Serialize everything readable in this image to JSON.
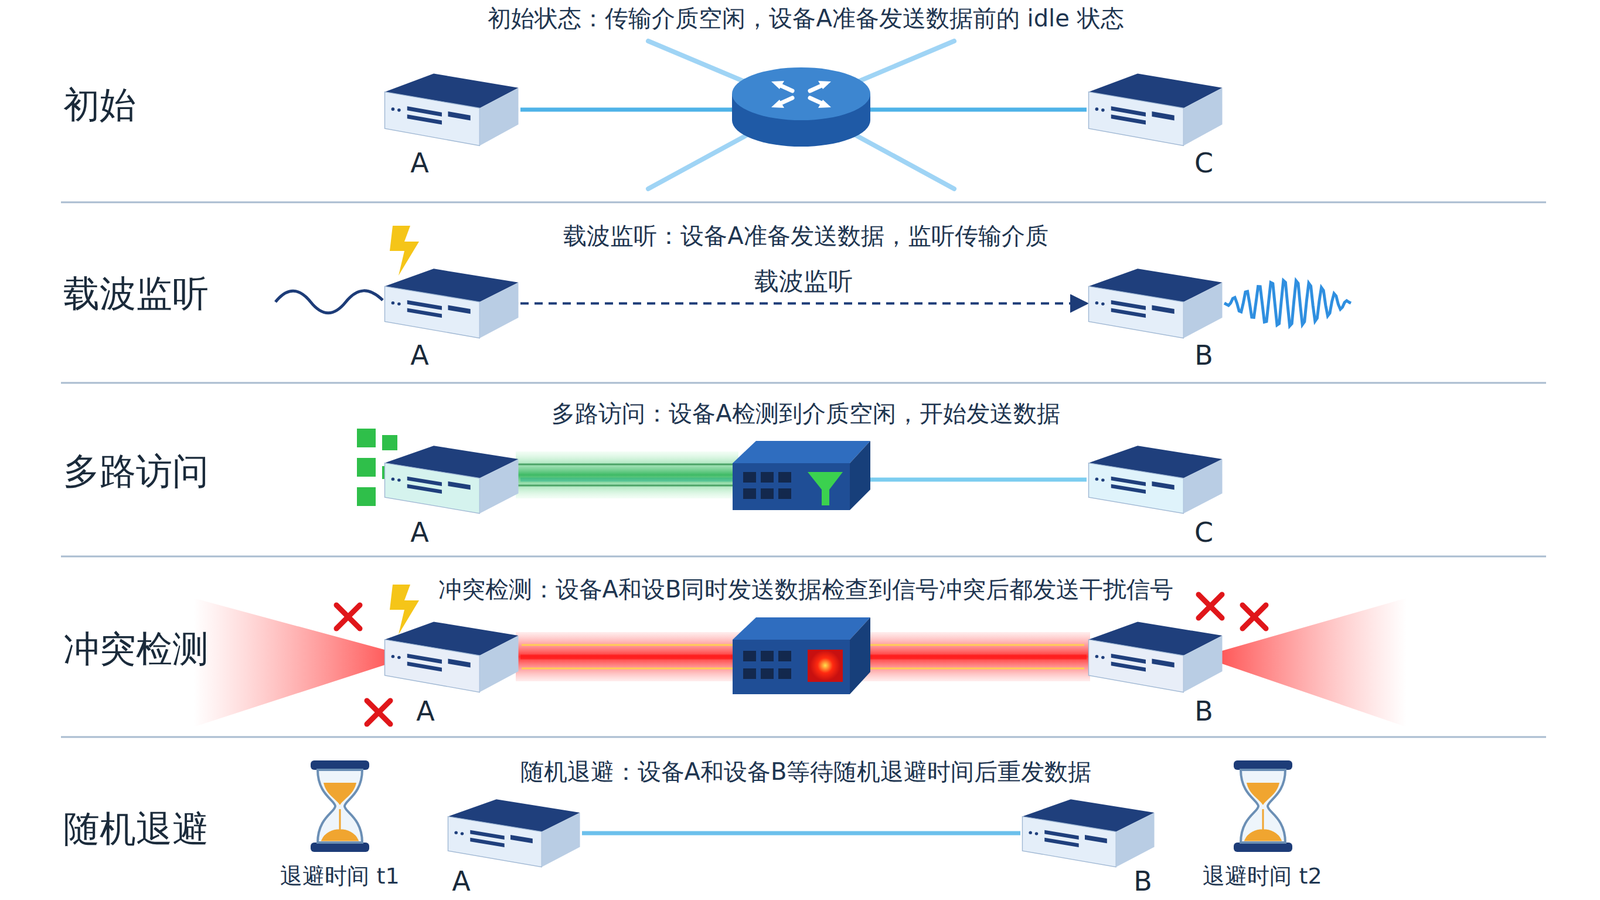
{
  "diagram": {
    "nodes": [
      {
        "text": [
          "A"
        ]
      },
      {
        "text": [
          "C"
        ]
      },
      {
        "text": [
          "A"
        ]
      },
      {
        "text": [
          "B"
        ]
      },
      {
        "text": [
          "A"
        ]
      },
      {
        "text": [
          "C"
        ]
      },
      {
        "text": [
          "A"
        ]
      },
      {
        "text": [
          "B"
        ]
      },
      {
        "text": [
          "A"
        ]
      },
      {
        "text": [
          "B"
        ]
      }
    ],
    "edges": [
      {
        "from": 0,
        "to": 1,
        "arrow": "none"
      },
      {
        "from": 2,
        "to": 3,
        "label": "载波监听",
        "arrow": "to"
      },
      {
        "from": 4,
        "to": 5,
        "arrow": "none"
      },
      {
        "from": 6,
        "to": 7,
        "arrow": "none"
      },
      {
        "from": 8,
        "to": 9,
        "arrow": "none"
      }
    ],
    "labels": [
      "初始状态：传输介质空闲，设备A准备发送数据前的 idle 状态",
      "初始",
      "载波监听：设备A准备发送数据，监听传输介质",
      "载波监听",
      "多路访问：设备A检测到介质空闲，开始发送数据",
      "多路访问",
      "冲突检测：设备A和设B同时发送数据检查到信号冲突后都发送干扰信号",
      "冲突检测",
      "随机退避：设备A和设备B等待随机退避时间后重发数据",
      "随机退避",
      "退避时间 t1",
      "退避时间 t2"
    ]
  }
}
